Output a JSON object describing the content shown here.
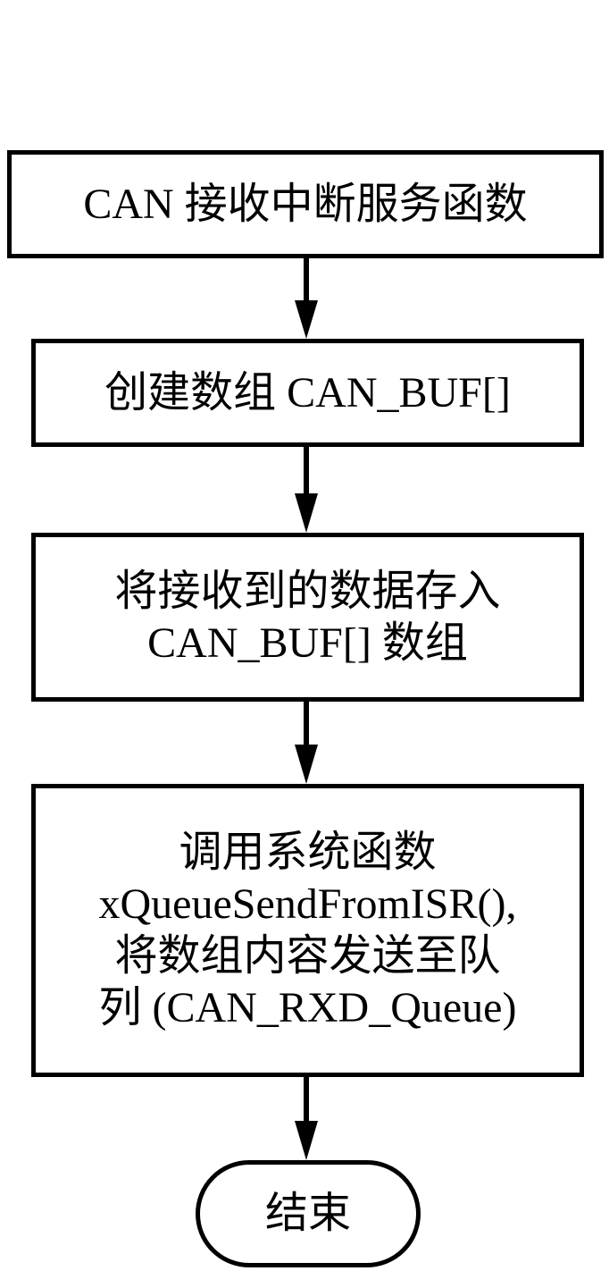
{
  "flowchart": {
    "nodes": [
      {
        "id": "can-rx-isr",
        "lines": [
          "CAN 接收中断服务函数"
        ]
      },
      {
        "id": "create-array",
        "lines": [
          "创建数组 CAN_BUF[]"
        ]
      },
      {
        "id": "store-data",
        "lines": [
          "将接收到的数据存入",
          "CAN_BUF[] 数组"
        ]
      },
      {
        "id": "send-queue",
        "lines": [
          "调用系统函数",
          "xQueueSendFromISR(),",
          "将数组内容发送至队",
          "列 (CAN_RXD_Queue)"
        ]
      },
      {
        "id": "end",
        "lines": [
          "结束"
        ]
      }
    ]
  },
  "colors": {
    "stroke": "#000000",
    "background": "#ffffff"
  }
}
